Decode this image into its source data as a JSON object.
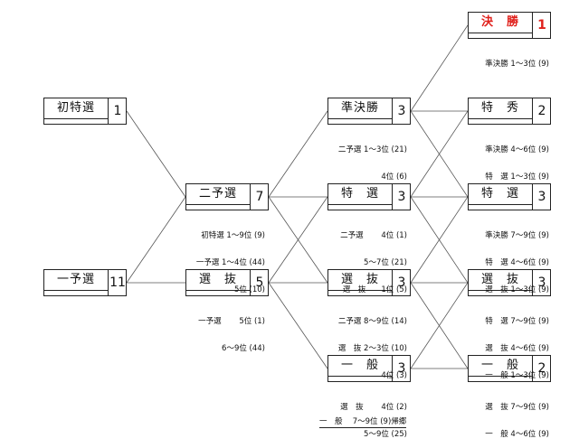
{
  "boxes": [
    {
      "id": "b-shotokusen",
      "name": "初特選",
      "count": "1"
    },
    {
      "id": "b-ichiyosen",
      "name": "一予選",
      "count": "11"
    },
    {
      "id": "b-niyosen",
      "name": "二予選",
      "count": "7"
    },
    {
      "id": "b-senbatsu1",
      "name": "選　抜",
      "count": "5"
    },
    {
      "id": "b-junkessho",
      "name": "準決勝",
      "count": "3"
    },
    {
      "id": "b-tokusen",
      "name": "特　選",
      "count": "3"
    },
    {
      "id": "b-senbatsu2",
      "name": "選　抜",
      "count": "3"
    },
    {
      "id": "b-ippan1",
      "name": "一　般",
      "count": "3"
    },
    {
      "id": "b-kessho",
      "name": "決　勝",
      "count": "1"
    },
    {
      "id": "b-tokushu",
      "name": "特　秀",
      "count": "2"
    },
    {
      "id": "b-tokusen2",
      "name": "特　選",
      "count": "3"
    },
    {
      "id": "b-senbatsu3",
      "name": "選　抜",
      "count": "3"
    },
    {
      "id": "b-ippan2",
      "name": "一　般",
      "count": "2"
    }
  ],
  "notes": {
    "niyosen": [
      "初特選 1～9位 (9)",
      "一予選 1～4位 (44)",
      "5位 (10)"
    ],
    "senbatsu1": [
      "一予選　　 5位 (1)",
      "6～9位 (44)"
    ],
    "junkessho": [
      "二予選 1～3位 (21)",
      "4位 (6)"
    ],
    "tokusen": [
      "二予選　　 4位 (1)",
      "5～7位 (21)",
      "選　抜　　1位 (5)"
    ],
    "senbatsu2": [
      "二予選 8～9位 (14)",
      "選　抜 2～3位 (10)",
      "4位 (3)"
    ],
    "ippan1": [
      "選　抜　　 4位 (2)",
      "5～9位 (25)"
    ],
    "kessho": [
      "準決勝 1～3位 (9)"
    ],
    "tokushu": [
      "準決勝 4～6位 (9)",
      "特　選 1～3位 (9)"
    ],
    "tokusen2": [
      "準決勝 7～9位 (9)",
      "特　選 4～6位 (9)",
      "選　抜 1～3位 (9)"
    ],
    "senbatsu3": [
      "特　選 7～9位 (9)",
      "選　抜 4～6位 (9)",
      "一　般 1～3位 (9)"
    ],
    "ippan2": [
      "選　抜 7～9位 (9)",
      "一　般 4～6位 (9)"
    ]
  },
  "footer": "一　般　 7～9位 (9)帰郷",
  "colors": {
    "line": "#555555",
    "final": "#e0201b"
  }
}
